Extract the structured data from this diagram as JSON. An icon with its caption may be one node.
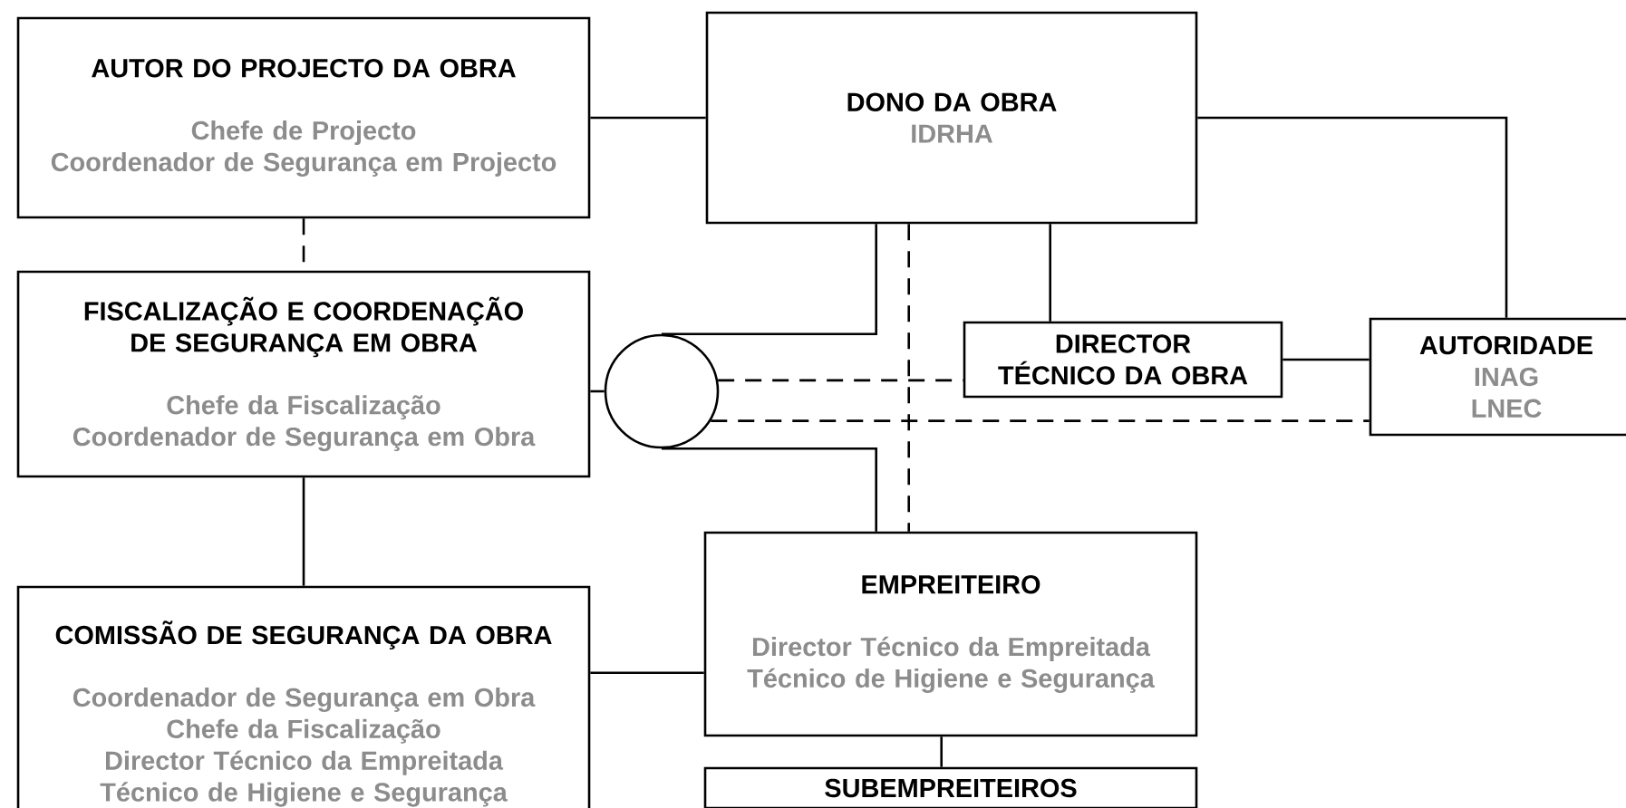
{
  "diagram": {
    "nodes": [
      {
        "text": [
          "AUTOR DO PROJECTO DA OBRA",
          "Chefe de Projecto",
          "Coordenador de Segurança em Projecto"
        ]
      },
      {
        "text": [
          "DONO DA OBRA",
          "IDRHA"
        ]
      },
      {
        "text": [
          "FISCALIZAÇÃO E COORDENAÇÃO DE SEGURANÇA EM OBRA",
          "Chefe da Fiscalização",
          "Coordenador de Segurança em Obra"
        ]
      },
      {
        "text": [],
        "shape": "circle"
      },
      {
        "text": [
          "DIRECTOR TÉCNICO DA OBRA"
        ]
      },
      {
        "text": [
          "AUTORIDADE",
          "INAG",
          "LNEC"
        ]
      },
      {
        "text": [
          "COMISSÃO DE SEGURANÇA DA  OBRA",
          "Coordenador de Segurança em Obra",
          "Chefe da Fiscalização",
          "Director Técnico da Empreitada",
          "Técnico de Higiene e Segurança"
        ]
      },
      {
        "text": [
          "EMPREITEIRO",
          "Director Técnico da Empreitada",
          "Técnico de Higiene e Segurança"
        ]
      },
      {
        "text": [
          "SUBEMPREITEIROS"
        ]
      }
    ],
    "edges": [
      {
        "from": 0,
        "to": 1,
        "arrow": "none"
      },
      {
        "from": 0,
        "to": 2,
        "arrow": "none",
        "style": "dashed"
      },
      {
        "from": 1,
        "to": 5,
        "arrow": "none"
      },
      {
        "from": 1,
        "to": 4,
        "arrow": "none"
      },
      {
        "from": 1,
        "to": 3,
        "arrow": "none"
      },
      {
        "from": 1,
        "to": 7,
        "arrow": "none",
        "style": "dashed"
      },
      {
        "from": 2,
        "to": 3,
        "arrow": "none"
      },
      {
        "from": 3,
        "to": 4,
        "arrow": "none",
        "style": "dashed"
      },
      {
        "from": 3,
        "to": 5,
        "arrow": "none",
        "style": "dashed"
      },
      {
        "from": 4,
        "to": 5,
        "arrow": "none"
      },
      {
        "from": 3,
        "to": 7,
        "arrow": "none"
      },
      {
        "from": 2,
        "to": 6,
        "arrow": "none"
      },
      {
        "from": 6,
        "to": 7,
        "arrow": "none"
      },
      {
        "from": 7,
        "to": 8,
        "arrow": "none"
      }
    ]
  }
}
